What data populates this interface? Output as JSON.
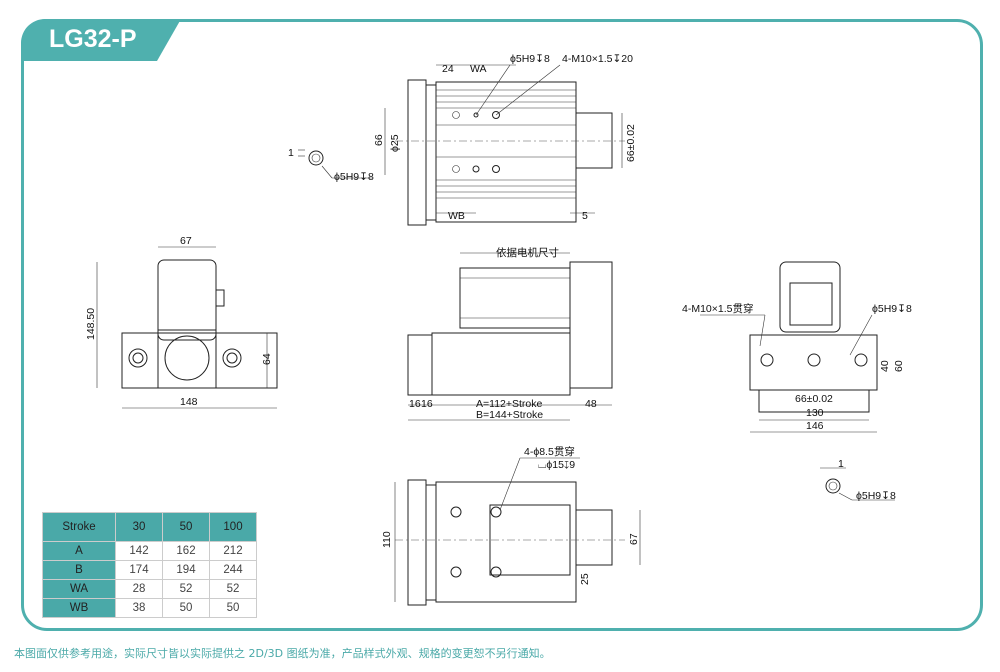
{
  "title": "LG32-P",
  "top_view": {
    "dim_24": "24",
    "dim_wa": "WA",
    "hole_pin": "ϕ5H9↧8",
    "hole_tap": "4-M10×1.5↧20",
    "dim_66": "66",
    "dim_d25": "ϕ25",
    "dim_66tol": "66±0.02",
    "dim_wb": "WB",
    "dim_5": "5",
    "detail_1": "1",
    "detail_pin": "ϕ5H9↧8"
  },
  "left_view": {
    "dim_67": "67",
    "dim_14850": "148.50",
    "dim_64": "64",
    "dim_148": "148"
  },
  "side_view": {
    "motor_note": "依据电机尺寸",
    "dim_16a": "16",
    "dim_16b": "16",
    "dim_a": "A=112+Stroke",
    "dim_b": "B=144+Stroke",
    "dim_48": "48"
  },
  "right_view": {
    "hole_tap": "4-M10×1.5贯穿",
    "hole_pin": "ϕ5H9↧8",
    "dim_40": "40",
    "dim_60": "60",
    "dim_66tol": "66±0.02",
    "dim_130": "130",
    "dim_146": "146",
    "detail_1": "1",
    "detail_pin": "ϕ5H9↧8"
  },
  "bottom_view": {
    "hole_through": "4-ϕ8.5贯穿",
    "counterbore": "⌴ϕ15↧9",
    "dim_110": "110",
    "dim_67": "67",
    "dim_25": "25"
  },
  "table": {
    "header": [
      "Stroke",
      "30",
      "50",
      "100"
    ],
    "rows": [
      [
        "A",
        "142",
        "162",
        "212"
      ],
      [
        "B",
        "174",
        "194",
        "244"
      ],
      [
        "WA",
        "28",
        "52",
        "52"
      ],
      [
        "WB",
        "38",
        "50",
        "50"
      ]
    ]
  },
  "footer_note": "本图面仅供参考用途，实际尺寸皆以实际提供之 2D/3D 图纸为准，产品样式外观、规格的变更恕不另行通知。"
}
